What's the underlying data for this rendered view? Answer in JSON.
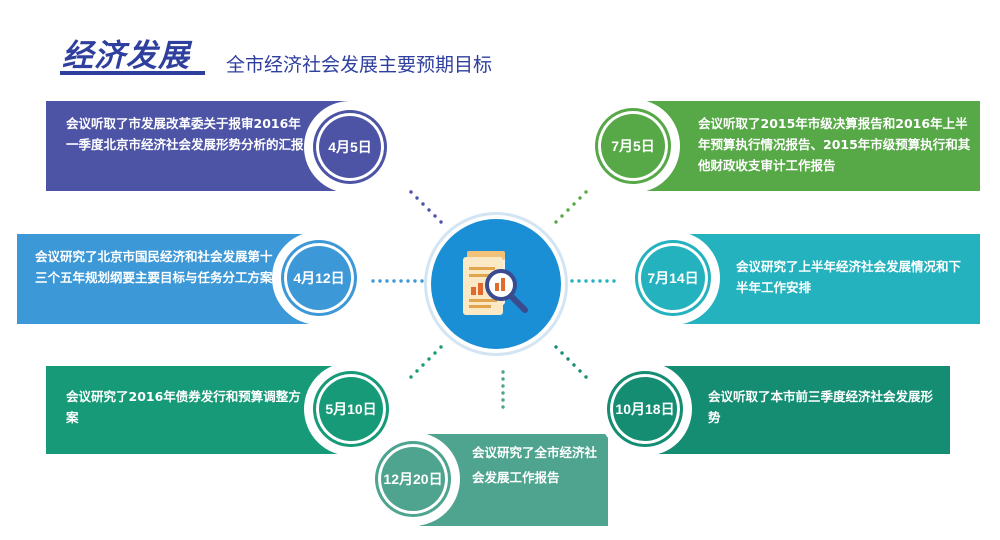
{
  "header": {
    "title": "经济发展",
    "subtitle": "全市经济社会发展主要预期目标"
  },
  "center": {
    "icon": "report-magnifier-icon"
  },
  "colors": {
    "header": "#2f3f9e",
    "card_purple": "#4d54a6",
    "card_blue": "#3d98d7",
    "card_teal_green": "#179a78",
    "card_green": "#57a846",
    "card_cyan": "#24b3be",
    "card_dark_teal": "#148d73",
    "card_sage": "#4ea48f",
    "center": "#1a8fd6"
  },
  "items": [
    {
      "date": "4月5日",
      "text": "会议听取了市发展改革委关于报审2016年一季度北京市经济社会发展形势分析的汇报"
    },
    {
      "date": "4月12日",
      "text": "会议研究了北京市国民经济和社会发展第十三个五年规划纲要主要目标与任务分工方案"
    },
    {
      "date": "5月10日",
      "text": "会议研究了2016年债券发行和预算调整方案"
    },
    {
      "date": "12月20日",
      "text": "会议研究了全市经济社会发展工作报告"
    },
    {
      "date": "7月5日",
      "text": "会议听取了2015年市级决算报告和2016年上半年预算执行情况报告、2015年市级预算执行和其他财政收支审计工作报告"
    },
    {
      "date": "7月14日",
      "text": "会议研究了上半年经济社会发展情况和下半年工作安排"
    },
    {
      "date": "10月18日",
      "text": "会议听取了本市前三季度经济社会发展形势"
    }
  ]
}
